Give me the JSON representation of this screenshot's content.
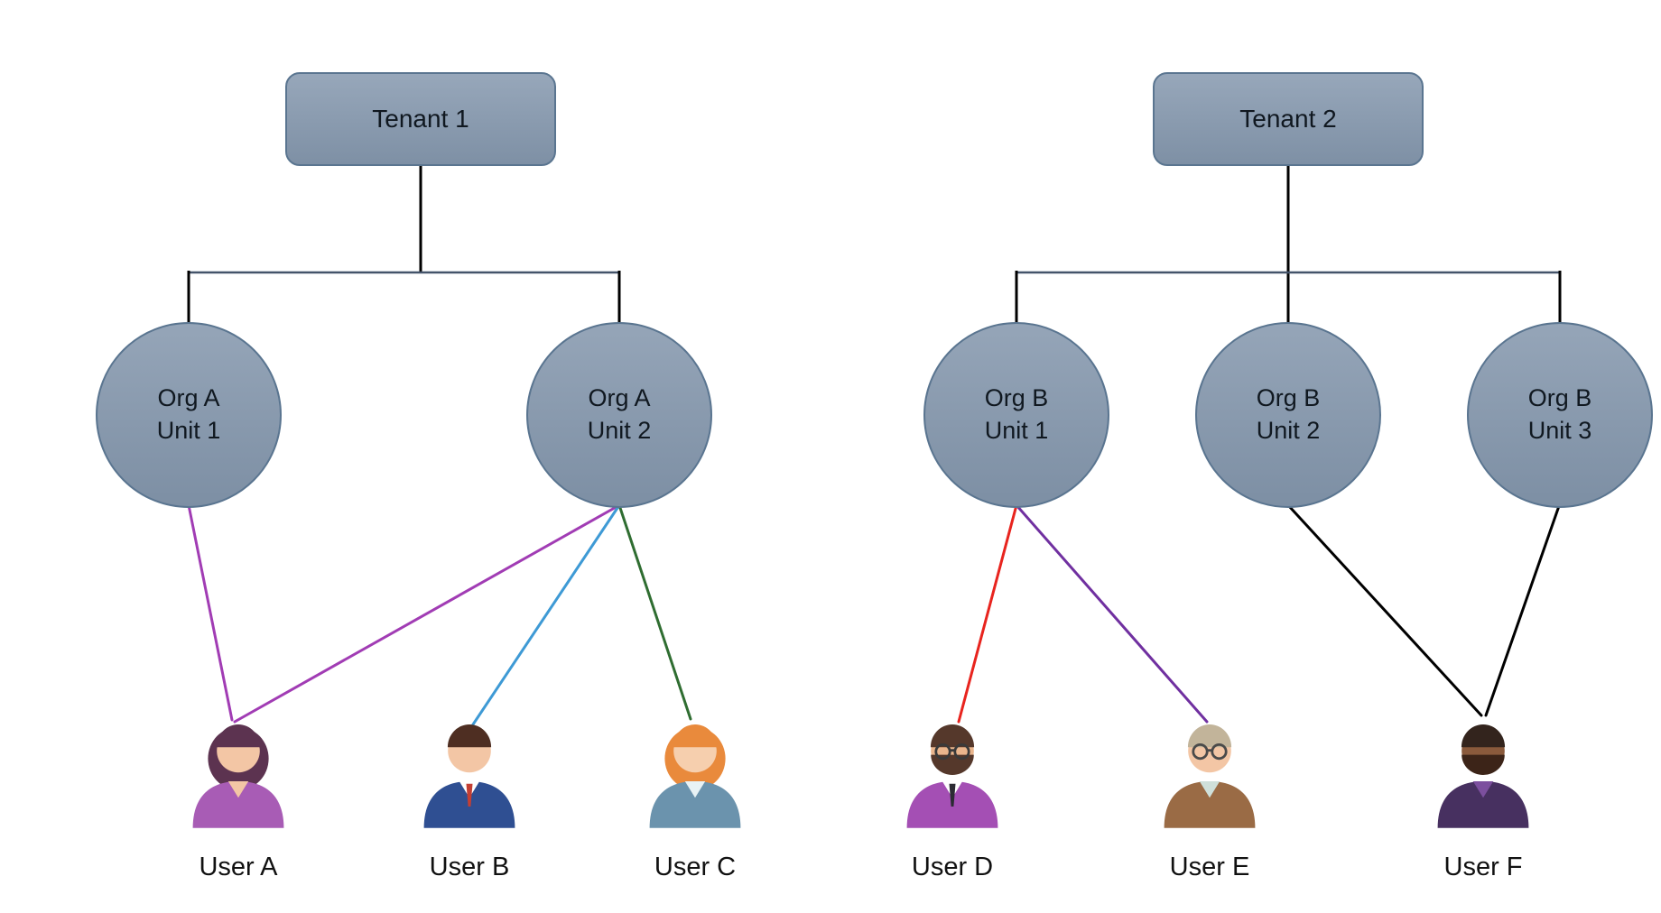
{
  "diagram": {
    "tenants": [
      {
        "label": "Tenant 1"
      },
      {
        "label": "Tenant 2"
      }
    ],
    "org_units": [
      {
        "line1": "Org A",
        "line2": "Unit 1"
      },
      {
        "line1": "Org A",
        "line2": "Unit 2"
      },
      {
        "line1": "Org B",
        "line2": "Unit 1"
      },
      {
        "line1": "Org B",
        "line2": "Unit 2"
      },
      {
        "line1": "Org B",
        "line2": "Unit 3"
      }
    ],
    "users": [
      {
        "label": "User A",
        "av": {
          "hair_back": "#5c3350",
          "hair": "#5c3350",
          "skin": "#f3c6a5",
          "shirt": "#a85cb5",
          "collar": "#f3c6a5",
          "tie": "none",
          "beard": "none",
          "glasses": "none"
        }
      },
      {
        "label": "User B",
        "av": {
          "hair_back": "none",
          "hair": "#4e2e22",
          "skin": "#f3c6a5",
          "shirt": "#2f4f92",
          "collar": "#ffffff",
          "tie": "#c43f33",
          "beard": "none",
          "glasses": "none"
        }
      },
      {
        "label": "User C",
        "av": {
          "hair_back": "#e98a3c",
          "hair": "#e98a3c",
          "skin": "#f6cfae",
          "shirt": "#6b93ad",
          "collar": "#e8f2f5",
          "tie": "none",
          "beard": "none",
          "glasses": "none"
        }
      },
      {
        "label": "User D",
        "av": {
          "hair_back": "none",
          "hair": "#55382b",
          "skin": "#eab58c",
          "shirt": "#a44fb4",
          "collar": "#ffffff",
          "tie": "#2b2b33",
          "beard": "#55382b",
          "glasses": "#3a3a3a"
        }
      },
      {
        "label": "User E",
        "av": {
          "hair_back": "none",
          "hair": "#c2b49a",
          "skin": "#f3c6a5",
          "shirt": "#9a6b45",
          "collar": "#cfe0da",
          "tie": "none",
          "beard": "none",
          "glasses": "#4a4a4a"
        }
      },
      {
        "label": "User F",
        "av": {
          "hair_back": "none",
          "hair": "#33241d",
          "skin": "#8a5a3c",
          "shirt": "#473060",
          "collar": "#7c4f9e",
          "tie": "none",
          "beard": "#3c2418",
          "glasses": "none"
        }
      }
    ],
    "edges": [
      {
        "from": "Org A Unit 1",
        "to": "User A",
        "color": "#a13cb4"
      },
      {
        "from": "Org A Unit 2",
        "to": "User A",
        "color": "#a13cb4"
      },
      {
        "from": "Org A Unit 2",
        "to": "User B",
        "color": "#3e9ad5"
      },
      {
        "from": "Org A Unit 2",
        "to": "User C",
        "color": "#2f6d31"
      },
      {
        "from": "Org B Unit 1",
        "to": "User D",
        "color": "#e8241e"
      },
      {
        "from": "Org B Unit 1",
        "to": "User E",
        "color": "#7030a0"
      },
      {
        "from": "Org B Unit 2",
        "to": "User F",
        "color": "#000000"
      },
      {
        "from": "Org B Unit 3",
        "to": "User F",
        "color": "#000000"
      }
    ],
    "style": {
      "node_fill": "#8b9cb1",
      "node_border": "#5a7590",
      "node_text": "#101820",
      "tree_vertical_color": "#000000",
      "tree_horizontal_color": "#44546a"
    }
  }
}
